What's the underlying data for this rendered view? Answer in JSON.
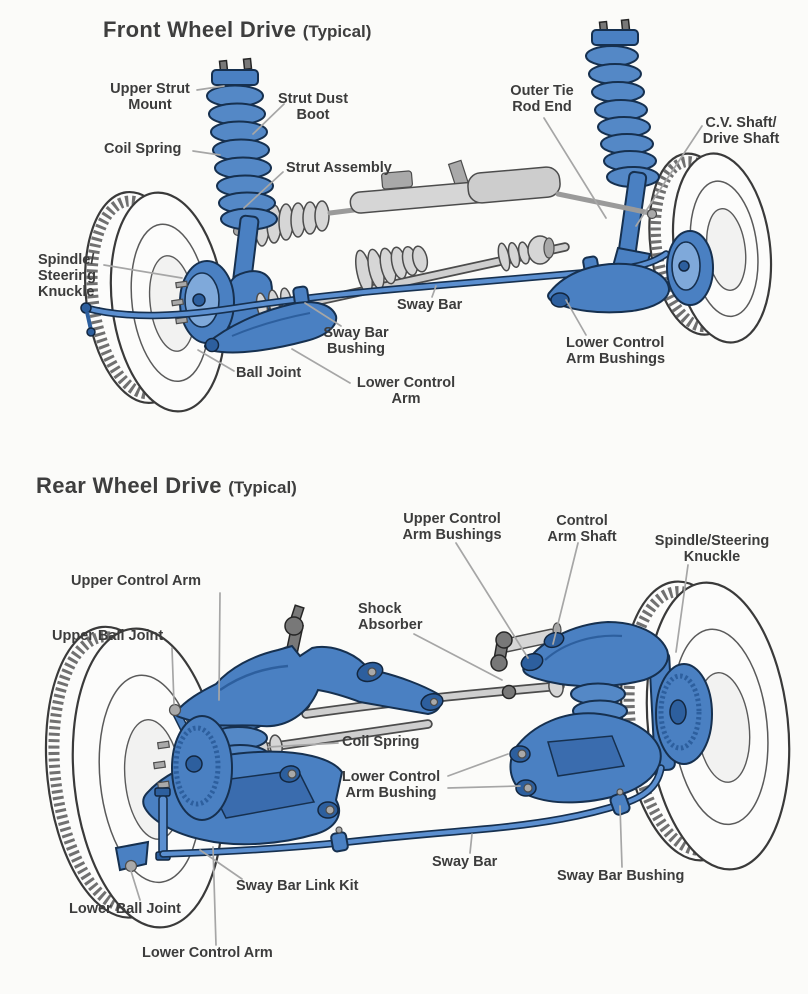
{
  "front_diagram": {
    "title": "Front Wheel Drive",
    "title_suffix": "(Typical)",
    "labels": {
      "upper_strut_mount": "Upper Strut Mount",
      "strut_dust_boot": "Strut Dust Boot",
      "coil_spring": "Coil Spring",
      "strut_assembly": "Strut Assembly",
      "outer_tie_rod_end": "Outer Tie Rod End",
      "cv_shaft_drive_shaft": "C.V. Shaft/ Drive Shaft",
      "spindle_steering_knuckle": "Spindle/ Steering Knuckle",
      "sway_bar": "Sway Bar",
      "sway_bar_bushing": "Sway Bar Bushing",
      "ball_joint": "Ball Joint",
      "lower_control_arm": "Lower Control Arm",
      "lower_control_arm_bushings": "Lower Control Arm Bushings"
    }
  },
  "rear_diagram": {
    "title": "Rear Wheel Drive",
    "title_suffix": "(Typical)",
    "labels": {
      "upper_control_arm": "Upper Control Arm",
      "upper_ball_joint": "Upper Ball Joint",
      "upper_control_arm_bushings": "Upper Control Arm Bushings",
      "control_arm_shaft": "Control Arm Shaft",
      "spindle_steering_knuckle": "Spindle/Steering Knuckle",
      "shock_absorber": "Shock Absorber",
      "coil_spring": "Coil Spring",
      "lower_control_arm_bushing": "Lower Control Arm Bushing",
      "sway_bar": "Sway Bar",
      "sway_bar_bushing": "Sway Bar Bushing",
      "sway_bar_link_kit": "Sway Bar Link Kit",
      "lower_ball_joint": "Lower Ball Joint",
      "lower_control_arm": "Lower Control Arm"
    }
  },
  "colors": {
    "part_blue": "#4a80c2",
    "part_blue_dark": "#16304f",
    "metal_gray": "#d6d6d6",
    "label_text": "#3c3c3c",
    "leader_gray": "#a6a6a6",
    "background": "#fbfbf9"
  }
}
